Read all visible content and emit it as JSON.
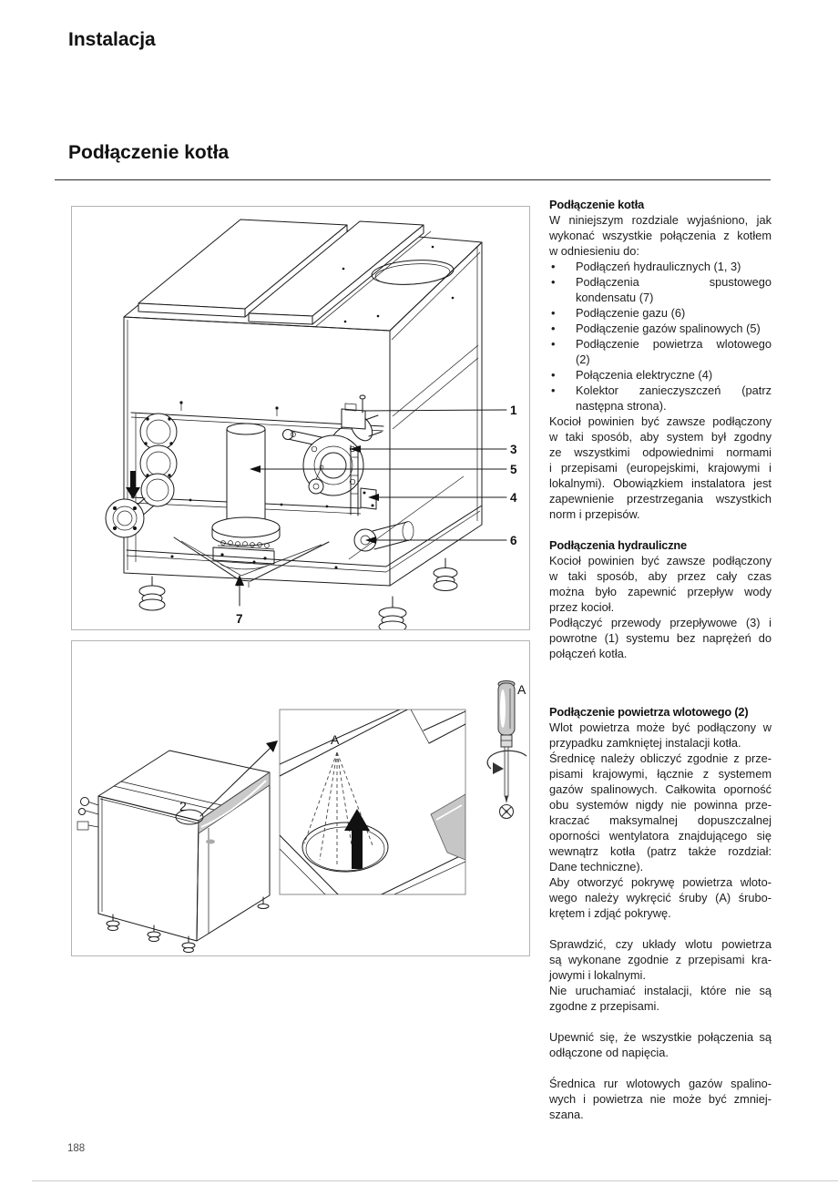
{
  "page": {
    "chapter_title": "Instalacja",
    "section_title": "Podłączenie kotła",
    "page_number": "188"
  },
  "figure1": {
    "callouts": {
      "n1": "1",
      "n3": "3",
      "n5": "5",
      "n4": "4",
      "n6": "6",
      "n7": "7"
    }
  },
  "figure2": {
    "part_label": "2",
    "inset_label": "A",
    "tool_label": "A"
  },
  "colors": {
    "line": "#1a1a1a",
    "figure_border": "#b3b3b3",
    "panel_gray": "#c9c9c9"
  },
  "column": {
    "bullet_char": "•",
    "blocks": [
      {
        "type": "heading",
        "text": "Podłączenie kotła"
      },
      {
        "type": "para",
        "lines": [
          "W niniejszym rozdziale wyjaśniono, jak",
          "wykonać wszystkie połączenia z kotłem",
          "w odniesieniu do:"
        ]
      },
      {
        "type": "bullets",
        "items": [
          {
            "lines": [
              "Podłączeń hydraulicznych (1, 3)"
            ]
          },
          {
            "lines": [
              "Podłączenia spustowego",
              "kondensatu (7)"
            ]
          },
          {
            "lines": [
              "Podłączenie gazu (6)"
            ]
          },
          {
            "lines": [
              "Podłączenie gazów spalinowych (5)"
            ]
          },
          {
            "lines": [
              "Podłączenie powietrza wlotowego",
              "(2)"
            ]
          },
          {
            "lines": [
              "Połączenia elektryczne (4)"
            ]
          },
          {
            "lines": [
              "Kolektor zanieczyszczeń (patrz",
              "następna strona)."
            ]
          }
        ]
      },
      {
        "type": "para",
        "lines": [
          "Kocioł powinien być zawsze podłączony",
          "w taki sposób, aby system był zgodny",
          "ze wszystkimi odpowiednimi normami",
          "i przepisami (europejskimi, krajowymi i",
          "lokalnymi). Obowiązkiem instalatora jest",
          "zapewnienie przestrzegania wszystkich",
          "norm i przepisów."
        ]
      },
      {
        "type": "spacer"
      },
      {
        "type": "heading",
        "text": "Podłączenia hydrauliczne"
      },
      {
        "type": "para",
        "lines": [
          "Kocioł powinien być zawsze podłączony",
          "w taki sposób, aby przez cały czas",
          "można było zapewnić przepływ wody",
          "przez kocioł."
        ]
      },
      {
        "type": "para",
        "lines": [
          "Podłączyć przewody przepływowe (3) i",
          "powrotne (1) systemu bez naprężeń do",
          "połączeń kotła."
        ]
      },
      {
        "type": "spacer",
        "size": "large"
      },
      {
        "type": "heading",
        "text": "Podłączenie powietrza wlotowego (2)"
      },
      {
        "type": "para",
        "lines": [
          "Wlot powietrza może być podłączony w",
          "przypadku zamkniętej instalacji kotła."
        ]
      },
      {
        "type": "para",
        "lines": [
          "Średnicę należy obliczyć zgodnie z prze-",
          "pisami krajowymi, łącznie z systemem",
          "gazów spalinowych. Całkowita oporność",
          "obu systemów nigdy nie powinna prze-",
          "kraczać maksymalnej dopuszczalnej",
          "oporności wentylatora znajdującego się",
          "wewnątrz kotła (patrz także rozdział:",
          "Dane techniczne)."
        ]
      },
      {
        "type": "para",
        "lines": [
          "Aby otworzyć pokrywę powietrza wloto-",
          "wego należy wykręcić śruby (A) śrubo-",
          "krętem i zdjąć pokrywę."
        ]
      },
      {
        "type": "spacer"
      },
      {
        "type": "para",
        "lines": [
          "Sprawdzić, czy układy wlotu powietrza",
          "są wykonane zgodnie z przepisami kra-",
          "jowymi i lokalnymi."
        ]
      },
      {
        "type": "para",
        "lines": [
          "Nie uruchamiać instalacji, które nie są",
          "zgodne z przepisami."
        ]
      },
      {
        "type": "spacer"
      },
      {
        "type": "para",
        "lines": [
          "Upewnić się, że wszystkie połączenia są",
          "odłączone od napięcia."
        ]
      },
      {
        "type": "spacer"
      },
      {
        "type": "para",
        "lines": [
          "Średnica rur wlotowych gazów spalino-",
          "wych i powietrza nie może być zmniej-",
          "szana."
        ]
      }
    ]
  }
}
